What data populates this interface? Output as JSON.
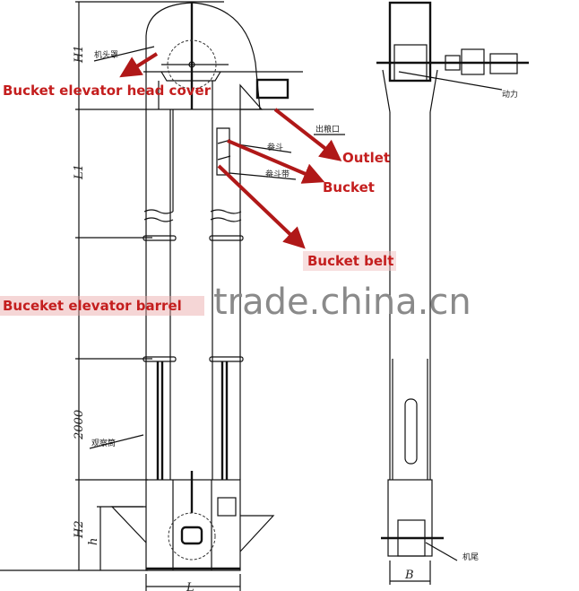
{
  "dimensions": {
    "h1": "H1",
    "l1": "L1",
    "barrel": "2000",
    "h2": "H2",
    "h": "h",
    "l": "L",
    "b": "B"
  },
  "part_labels": {
    "head_cover_cn": "机头罩",
    "outlet_cn": "出粮口",
    "bucket_cn": "畚斗",
    "bucket_belt_cn": "畚斗带",
    "observation_cn": "观察筒",
    "tail_cn": "机尾",
    "drive_cn": "动力"
  },
  "annotations": {
    "head_cover": "Bucket elevator head cover",
    "outlet": "Outlet",
    "bucket": "Bucket",
    "bucket_belt": "Bucket belt",
    "barrel": "Buceket elevator barrel"
  },
  "watermark": "trade.china.cn",
  "colors": {
    "annotation": "#c41e1e",
    "line": "#111111",
    "watermark": "#8a8a8a"
  }
}
